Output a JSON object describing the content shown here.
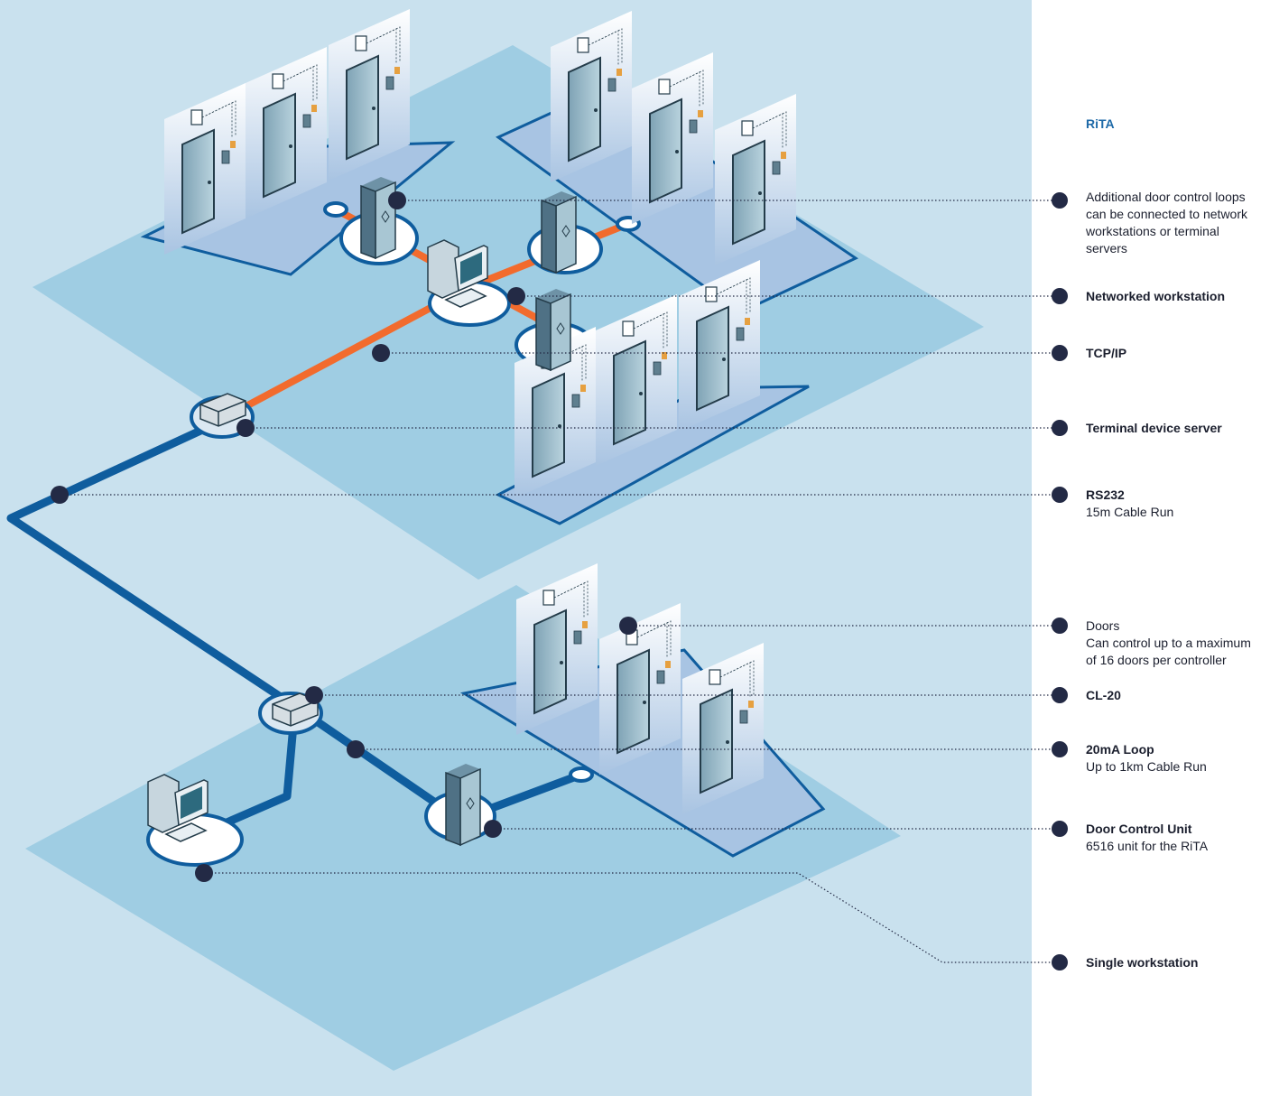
{
  "colors": {
    "background": "#c9e1ee",
    "floor": "#9fcde3",
    "rs232_line": "#0f5d9e",
    "tcpip_line": "#f26b2d",
    "marker": "#232a45",
    "sidebar": "#ffffff",
    "title": "#1e6aa8"
  },
  "title": "RiTA",
  "labels": [
    {
      "key": "additional",
      "title": "",
      "sub": [
        "Additional door control loops",
        "can be connected to network",
        "workstations or terminal",
        "servers"
      ]
    },
    {
      "key": "networked",
      "title": "Networked workstation",
      "sub": []
    },
    {
      "key": "tcpip",
      "title": "TCP/IP",
      "sub": []
    },
    {
      "key": "terminal",
      "title": "Terminal device server",
      "sub": []
    },
    {
      "key": "rs232",
      "title": "RS232",
      "sub": [
        "15m Cable Run"
      ]
    },
    {
      "key": "doors",
      "title": "",
      "sub": [
        "Doors",
        "Can control up to a maximum",
        "of 16 doors per controller"
      ]
    },
    {
      "key": "cl20",
      "title": "CL-20",
      "sub": []
    },
    {
      "key": "loop",
      "title": "20mA Loop",
      "sub": [
        "Up to 1km Cable Run"
      ]
    },
    {
      "key": "dcu",
      "title": "Door Control Unit",
      "sub": [
        "6516 unit for the RiTA"
      ]
    },
    {
      "key": "single",
      "title": "Single workstation",
      "sub": []
    }
  ]
}
